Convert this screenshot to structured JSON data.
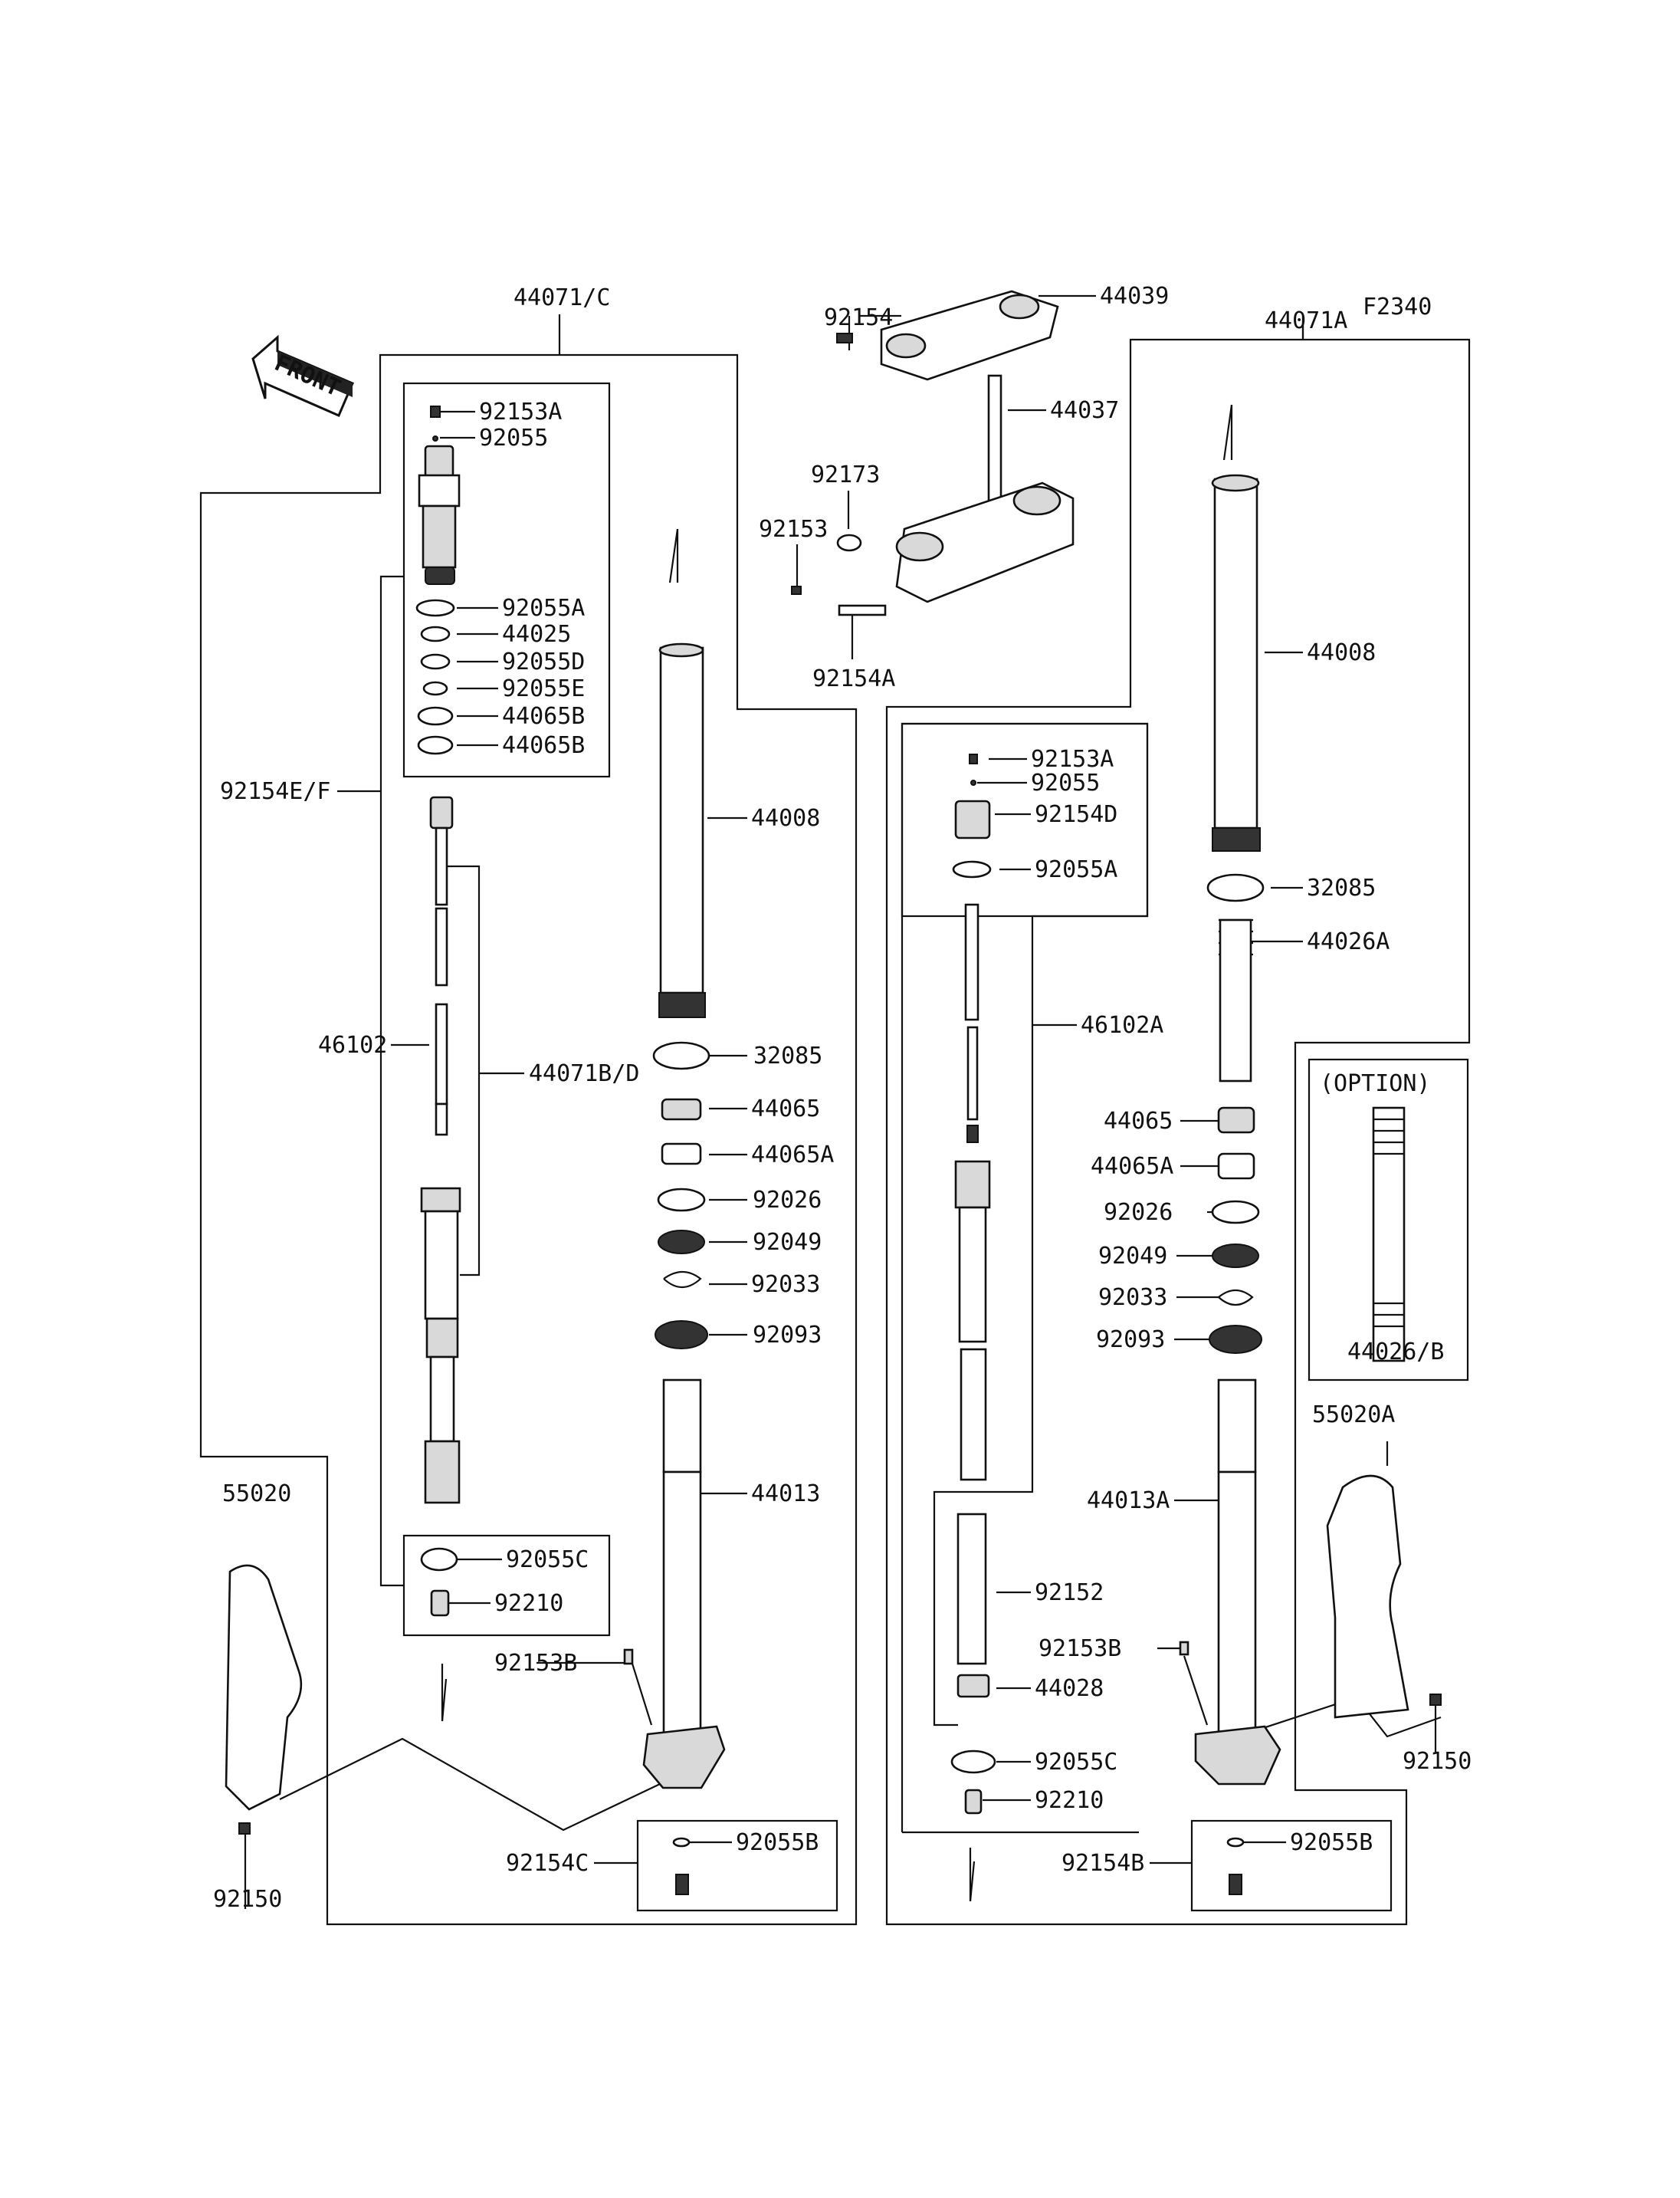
{
  "diagram": {
    "figure_code": "F2340",
    "front_label": "FRONT",
    "option_label": "(OPTION)",
    "labels": {
      "l_44071c": "44071/C",
      "l_92153a_left": "92153A",
      "l_92055_left": "92055",
      "l_92055a_left": "92055A",
      "l_44025": "44025",
      "l_92055d": "92055D",
      "l_92055e": "92055E",
      "l_44065b_1": "44065B",
      "l_44065b_2": "44065B",
      "l_92154ef": "92154E/F",
      "l_46102": "46102",
      "l_44071bd": "44071B/D",
      "l_92055c_left": "92055C",
      "l_92210_left": "92210",
      "l_92153b_left": "92153B",
      "l_92154c": "92154C",
      "l_92055b_left": "92055B",
      "l_55020": "55020",
      "l_92150_left": "92150",
      "l_44008_left": "44008",
      "l_32085_left": "32085",
      "l_44065_left": "44065",
      "l_44065a_left": "44065A",
      "l_92026_left": "92026",
      "l_92049_left": "92049",
      "l_92033_left": "92033",
      "l_92093_left": "92093",
      "l_44013": "44013",
      "l_92154_top": "92154",
      "l_44039": "44039",
      "l_44037": "44037",
      "l_92173": "92173",
      "l_92153_top": "92153",
      "l_92154a": "92154A",
      "l_44071a": "44071A",
      "l_92153a_mid": "92153A",
      "l_92055_mid": "92055",
      "l_92154d": "92154D",
      "l_92055a_mid": "92055A",
      "l_46102a": "46102A",
      "l_92152": "92152",
      "l_44028": "44028",
      "l_92055c_mid": "92055C",
      "l_92210_mid": "92210",
      "l_44008_right": "44008",
      "l_32085_right": "32085",
      "l_44026a": "44026A",
      "l_44065_right": "44065",
      "l_44065a_right": "44065A",
      "l_92026_right": "92026",
      "l_92049_right": "92049",
      "l_92033_right": "92033",
      "l_92093_right": "92093",
      "l_44013a": "44013A",
      "l_92153b_right": "92153B",
      "l_92154b": "92154B",
      "l_92055b_right": "92055B",
      "l_55020a": "55020A",
      "l_92150_right": "92150",
      "l_44026b": "44026/B"
    }
  }
}
